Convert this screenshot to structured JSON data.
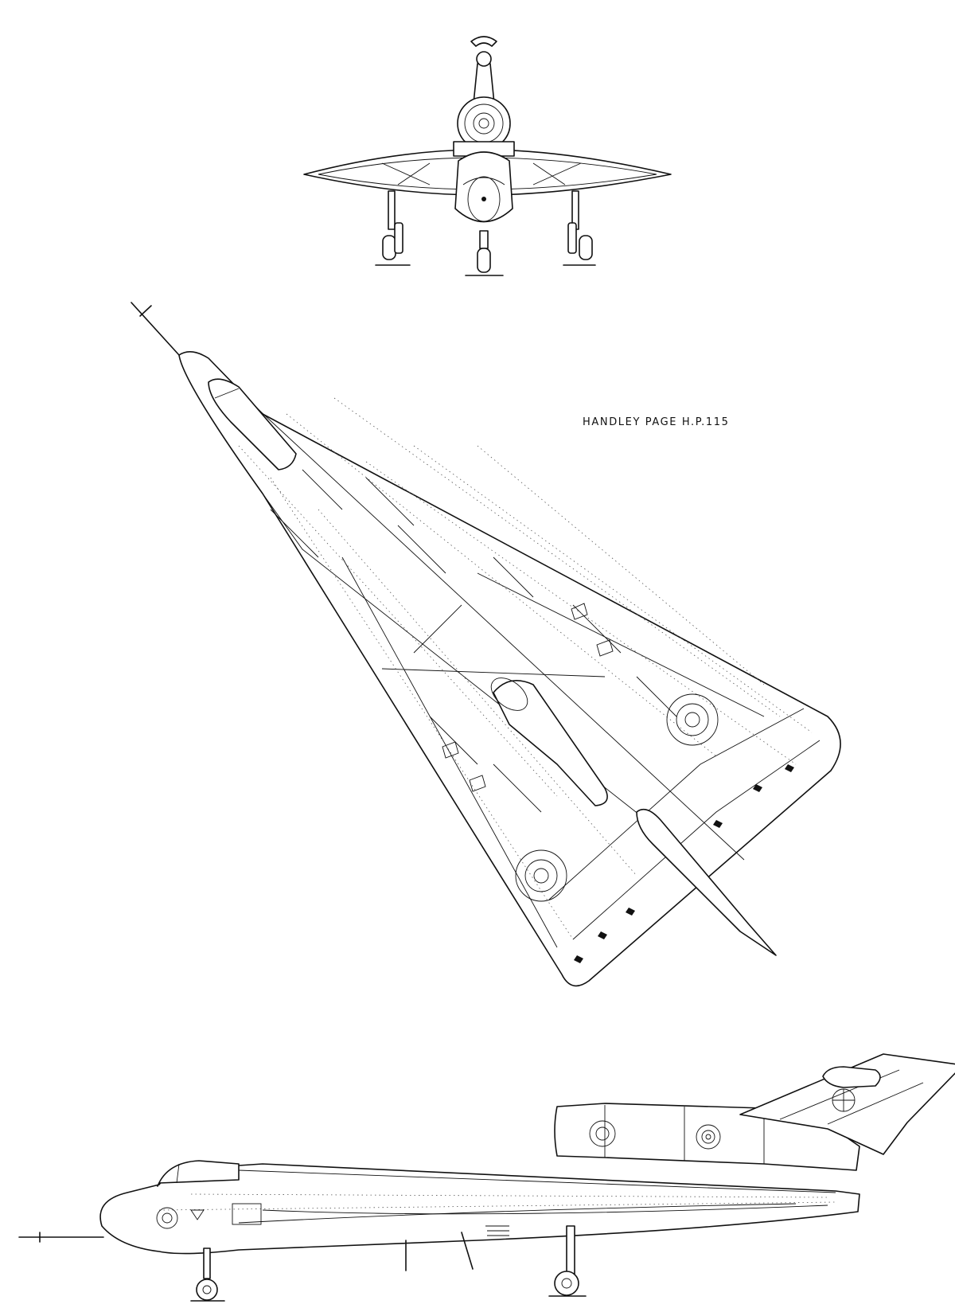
{
  "drawing": {
    "title": "HANDLEY PAGE H.P.115"
  },
  "views": [
    {
      "name": "front-view",
      "icon": "aircraft-front-view"
    },
    {
      "name": "plan-view",
      "icon": "aircraft-plan-view"
    },
    {
      "name": "side-view",
      "icon": "aircraft-side-view"
    }
  ],
  "colors": {
    "line": "#111111",
    "background": "#ffffff"
  }
}
